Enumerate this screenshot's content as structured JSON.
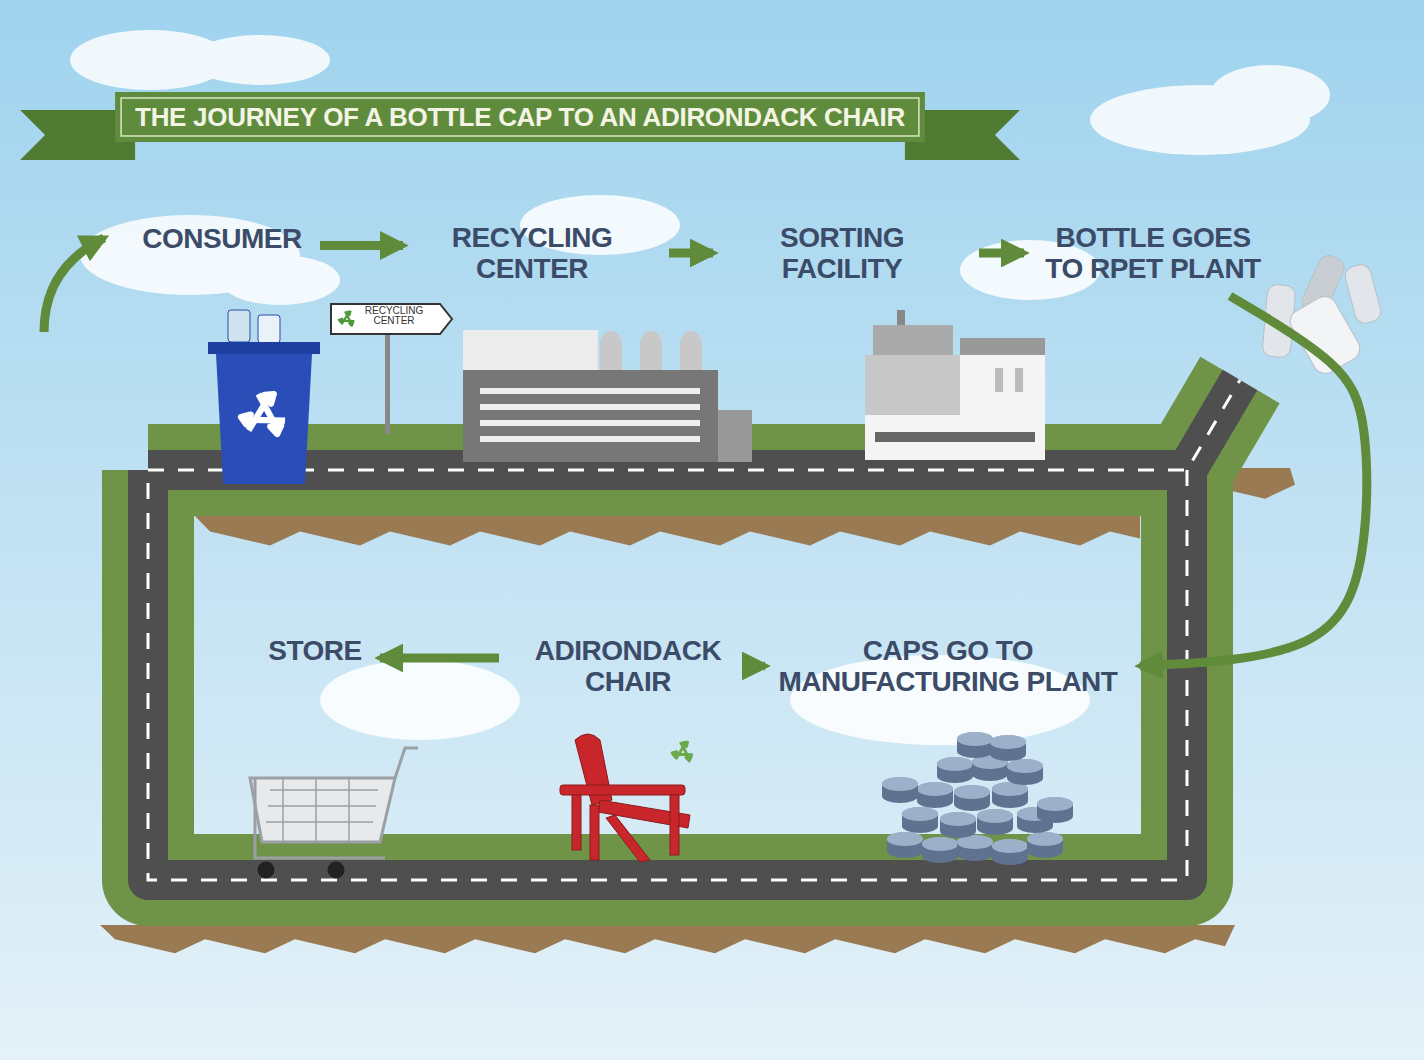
{
  "diagram": {
    "title": "THE JOURNEY OF A BOTTLE CAP TO AN ADIRONDACK CHAIR",
    "nodes": [
      {
        "text": [
          "CONSUMER"
        ]
      },
      {
        "text": [
          "RECYCLING CENTER"
        ]
      },
      {
        "text": [
          "SORTING FACILITY"
        ]
      },
      {
        "text": [
          "BOTTLE GOES TO RPET PLANT"
        ]
      },
      {
        "text": [
          "CAPS GO TO MANUFACTURING PLANT"
        ]
      },
      {
        "text": [
          "ADIRONDACK CHAIR"
        ]
      },
      {
        "text": [
          "STORE"
        ]
      }
    ],
    "edges": [
      {
        "from": 0,
        "to": 1,
        "arrow": "to"
      },
      {
        "from": 1,
        "to": 2,
        "arrow": "to"
      },
      {
        "from": 2,
        "to": 3,
        "arrow": "to"
      },
      {
        "from": 3,
        "to": 4,
        "arrow": "to"
      },
      {
        "from": 4,
        "to": 5,
        "arrow": "to"
      },
      {
        "from": 5,
        "to": 6,
        "arrow": "to"
      }
    ],
    "labels": [
      "RECYCLING CENTER"
    ]
  }
}
